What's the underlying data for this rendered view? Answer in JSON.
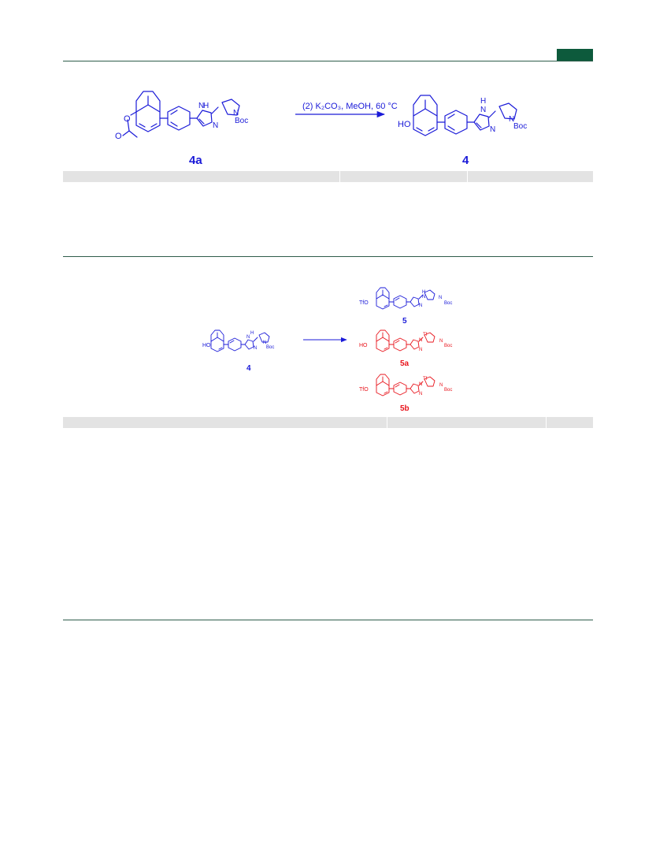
{
  "header": {
    "brand_color": "#0d5a3c",
    "rule_color": "#2f5d4b"
  },
  "colors": {
    "existing_compound": "#1a1ad8",
    "new_compound": "#e8141c",
    "table_header": "#e3e3e3"
  },
  "scheme1": {
    "reagent": "(2) K₂CO₃, MeOH, 60 °C",
    "start_label": "4a",
    "product_label": "4",
    "start_atoms": {
      "nh": "H",
      "n_ring": "N",
      "n_pyr": "N",
      "boc": "Boc",
      "n2": "N",
      "o_ester": "O",
      "o_carbonyl": "O"
    },
    "product_atoms": {
      "ho": "HO",
      "nh": "H",
      "n_ring": "N",
      "n2": "N",
      "n_pyr": "N",
      "boc": "Boc"
    }
  },
  "scheme2": {
    "start_label": "4",
    "product_labels": [
      "5",
      "5a",
      "5b"
    ],
    "start_atoms": {
      "ho": "HO",
      "nh": "H",
      "n_ring": "N",
      "n2": "N",
      "n_pyr": "N",
      "boc": "Boc"
    },
    "p5_atoms": {
      "tfo": "TfO",
      "nh": "H",
      "n_ring": "N",
      "n2": "N",
      "n_pyr": "N",
      "boc": "Boc"
    },
    "p5a_atoms": {
      "ho": "HO",
      "tf": "Tf",
      "n_ring": "N",
      "n2": "N",
      "n_pyr": "N",
      "boc": "Boc"
    },
    "p5b_atoms": {
      "tfo": "TfO",
      "tf": "Tf",
      "n_ring": "N",
      "n2": "N",
      "n_pyr": "N",
      "boc": "Boc"
    }
  }
}
